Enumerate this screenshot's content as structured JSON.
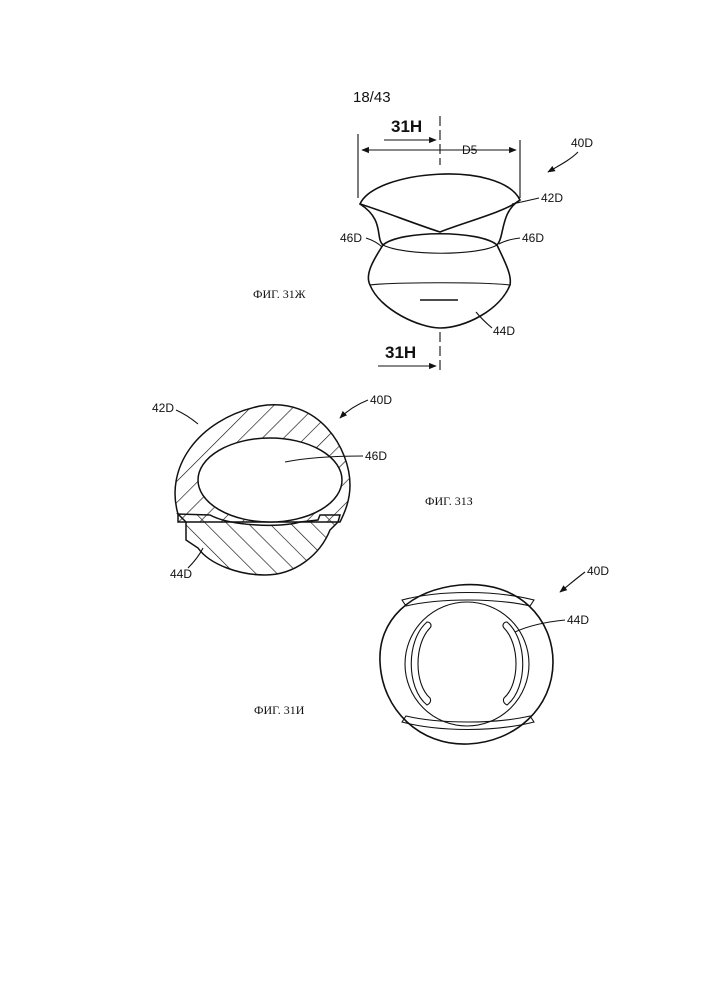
{
  "page_number": "18/43",
  "figures": [
    {
      "caption": "ФИГ. 31Ж",
      "section_marker_top": "31H",
      "section_marker_bottom": "31H",
      "dimension_label": "D5",
      "labels": {
        "assembly": "40D",
        "top_part": "42D",
        "neck_left": "46D",
        "neck_right": "46D",
        "bottom_part": "44D"
      }
    },
    {
      "caption": "ФИГ. 31З",
      "labels": {
        "assembly": "40D",
        "top_part": "42D",
        "opening": "46D",
        "bottom_part": "44D"
      }
    },
    {
      "caption": "ФИГ. 31И",
      "labels": {
        "assembly": "40D",
        "slots": "44D"
      }
    }
  ]
}
